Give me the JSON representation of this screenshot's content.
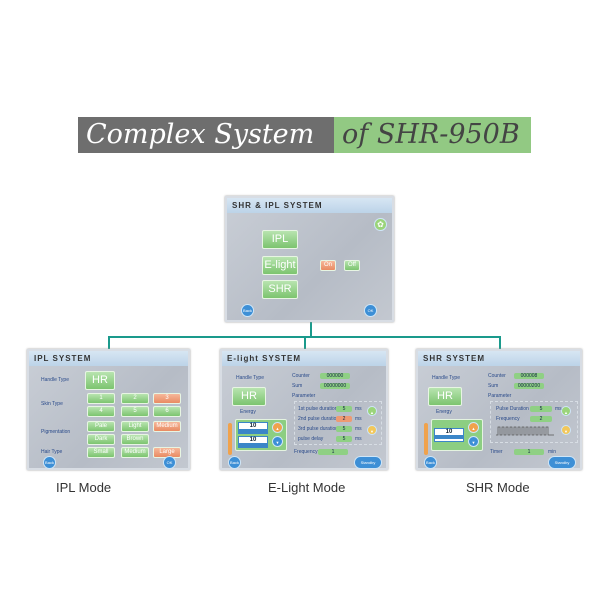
{
  "title": {
    "part1": "Complex System",
    "part2": "of SHR-950B"
  },
  "main_panel": {
    "title": "SHR & IPL SYSTEM",
    "buttons": [
      "IPL",
      "E-light",
      "SHR"
    ],
    "option_on": "On",
    "option_off": "Off",
    "back": "Back",
    "ok": "OK"
  },
  "ipl": {
    "title": "IPL SYSTEM",
    "handle_label": "Handle Type",
    "handle_value": "HR",
    "skin_label": "Skin Type",
    "skin": [
      "1",
      "2",
      "3",
      "4",
      "5",
      "6"
    ],
    "pig_label": "Pigmentation",
    "pig": [
      "Pale",
      "Light",
      "Medium",
      "Dark",
      "Brown"
    ],
    "hair_label": "Hair Type",
    "hair": [
      "Small",
      "Medium",
      "Large"
    ],
    "back": "Back",
    "ok": "OK",
    "caption": "IPL Mode"
  },
  "elight": {
    "title": "E-light SYSTEM",
    "handle_label": "Handle Type",
    "handle_value": "HR",
    "counter_label": "Counter",
    "counter": "000000",
    "sum_label": "Sum",
    "sum": "00000000",
    "param_label": "Parameter",
    "energy_label": "Energy",
    "energy1": "10",
    "energy2": "10",
    "params": [
      {
        "label": "1st pulse duration",
        "value": "5",
        "unit": "ms"
      },
      {
        "label": "2nd pulse duration",
        "value": "2",
        "unit": "ms"
      },
      {
        "label": "3rd pulse duration",
        "value": "5",
        "unit": "ms"
      },
      {
        "label": "pulse delay",
        "value": "5",
        "unit": "ms"
      }
    ],
    "freq_label": "Frequency",
    "freq": "1",
    "back": "Back",
    "standby": "Standby",
    "caption": "E-Light Mode"
  },
  "shr": {
    "title": "SHR SYSTEM",
    "handle_label": "Handle Type",
    "handle_value": "HR",
    "counter_label": "Counter",
    "counter": "000008",
    "sum_label": "Sum",
    "sum": "00000200",
    "param_label": "Parameter",
    "energy_label": "Energy",
    "energy": "10",
    "pulse_label": "Pulse Duration",
    "pulse": "5",
    "pulse_unit": "ms",
    "freq_label": "Frequency",
    "freq": "2",
    "timer_label": "Timer",
    "timer": "1",
    "timer_unit": "min",
    "back": "Back",
    "standby": "Standby",
    "caption": "SHR Mode"
  }
}
